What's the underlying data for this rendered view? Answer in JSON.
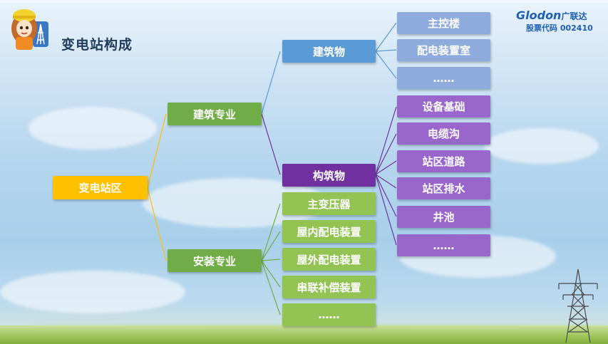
{
  "title": "变电站构成",
  "brand": {
    "logo_text": "Glodon",
    "cn_name": "广联达",
    "stock_code": "股票代码 002410"
  },
  "diagram": {
    "root": "变电站区",
    "level1": [
      "建筑专业",
      "安装专业"
    ],
    "building_children": [
      "建筑物",
      "构筑物"
    ],
    "building_items": [
      "主控楼",
      "配电装置室",
      "……"
    ],
    "structure_items": [
      "设备基础",
      "电缆沟",
      "站区道路",
      "站区排水",
      "井池",
      "……"
    ],
    "install_items": [
      "主变压器",
      "屋内配电装置",
      "屋外配电装置",
      "串联补偿装置",
      "……"
    ]
  },
  "colors": {
    "root": "#ffc000",
    "green": "#70ad47",
    "blue": "#5b9bd5",
    "purple": "#7030a0",
    "lightblue": "#8faadc",
    "lightpurple": "#9966cc"
  }
}
